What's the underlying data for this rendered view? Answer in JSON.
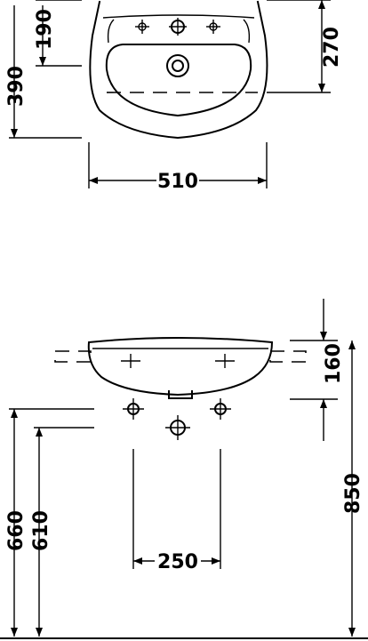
{
  "top_view": {
    "dimensions": {
      "depth_to_tap_hole": "190",
      "total_depth": "390",
      "bowl_depth": "270",
      "width": "510"
    }
  },
  "front_view": {
    "dimensions": {
      "basin_height": "160",
      "rim_height": "850",
      "upper_supply_height": "660",
      "lower_supply_height": "610",
      "supply_spacing": "250"
    }
  }
}
